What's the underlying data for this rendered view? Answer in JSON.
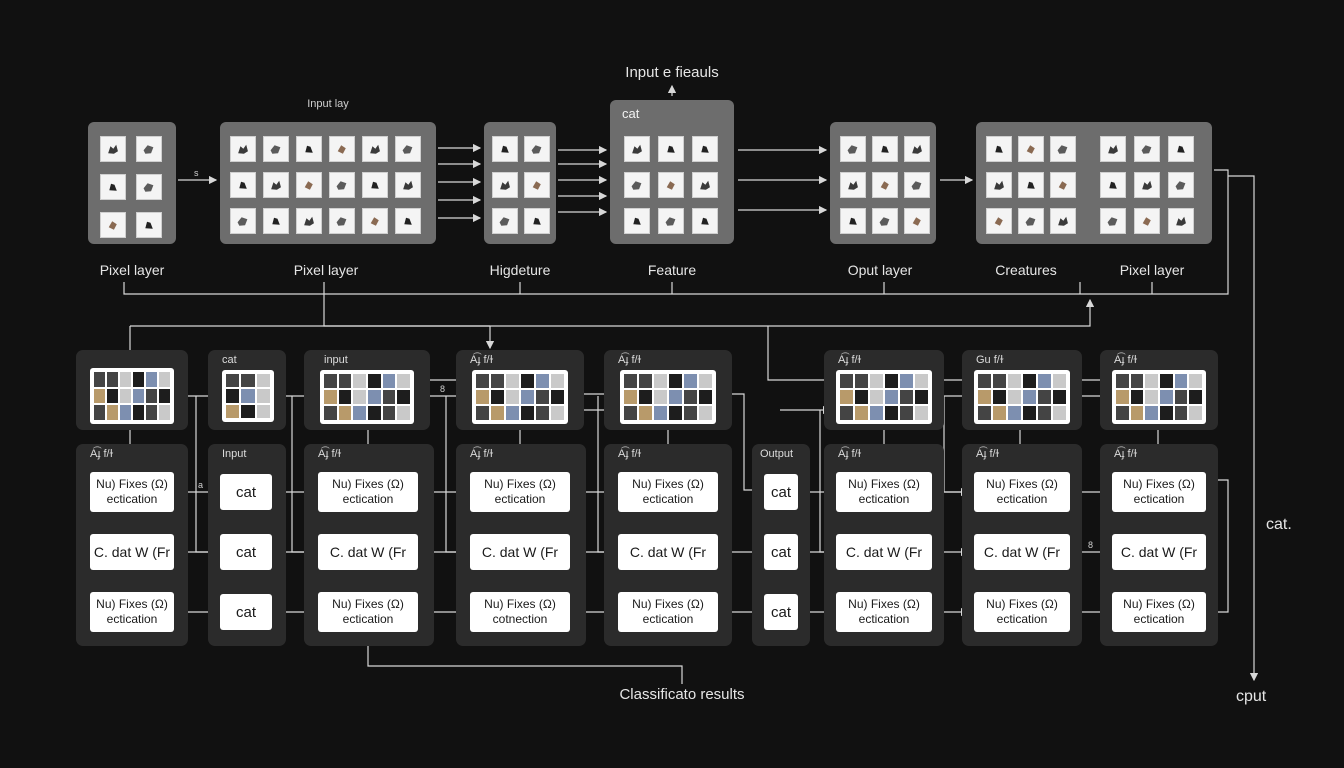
{
  "title": "Input e fieauls",
  "top_panels": [
    {
      "name": "pixel-layer-1",
      "label": "Pixel layer"
    },
    {
      "name": "pixel-layer-2",
      "label": "Pixel layer",
      "caption": "Input lay"
    },
    {
      "name": "hidden-feature",
      "label": "Higdeture"
    },
    {
      "name": "feature",
      "label": "Feature",
      "caption": "cat"
    },
    {
      "name": "output-layer",
      "label": "Oput layer"
    },
    {
      "name": "creatures",
      "label": "Creatures"
    },
    {
      "name": "pixel-layer-3",
      "label": "Pixel layer"
    }
  ],
  "columns": [
    {
      "top_title": "",
      "bottom_title": "A͡ɟ f/ɫ"
    },
    {
      "top_title": "cat",
      "bottom_title": "Input"
    },
    {
      "top_title": "input",
      "bottom_title": "A͡ɟ f/ɫ"
    },
    {
      "top_title": "A͡ɟ f/ɫ",
      "bottom_title": "A͡ɟ f/ɫ"
    },
    {
      "top_title": "A͡ɟ f/ɫ",
      "bottom_title": "A͡ɟ f/ɫ"
    },
    {
      "top_title": "",
      "bottom_title": "Output"
    },
    {
      "top_title": "A͡ɟ f/ɫ",
      "bottom_title": "A͡ɟ f/ɫ"
    },
    {
      "top_title": "Gu f/ɫ",
      "bottom_title": "A͡ɟ f/ɫ"
    },
    {
      "top_title": "A͡ɟ f/ɫ",
      "bottom_title": "A͡ɟ f/ɫ"
    }
  ],
  "blocks": {
    "fixes_line1": "Nu) Fixes (Ω)",
    "fixes_line2": "ectication",
    "cdat": "C. dat W (Fr",
    "cat": "cat",
    "connection": "cotnection"
  },
  "classification_label": "Classificato results",
  "side_cat": "cat.",
  "side_output": "cput",
  "edge_marks": [
    "s",
    "a",
    "8",
    "8"
  ]
}
